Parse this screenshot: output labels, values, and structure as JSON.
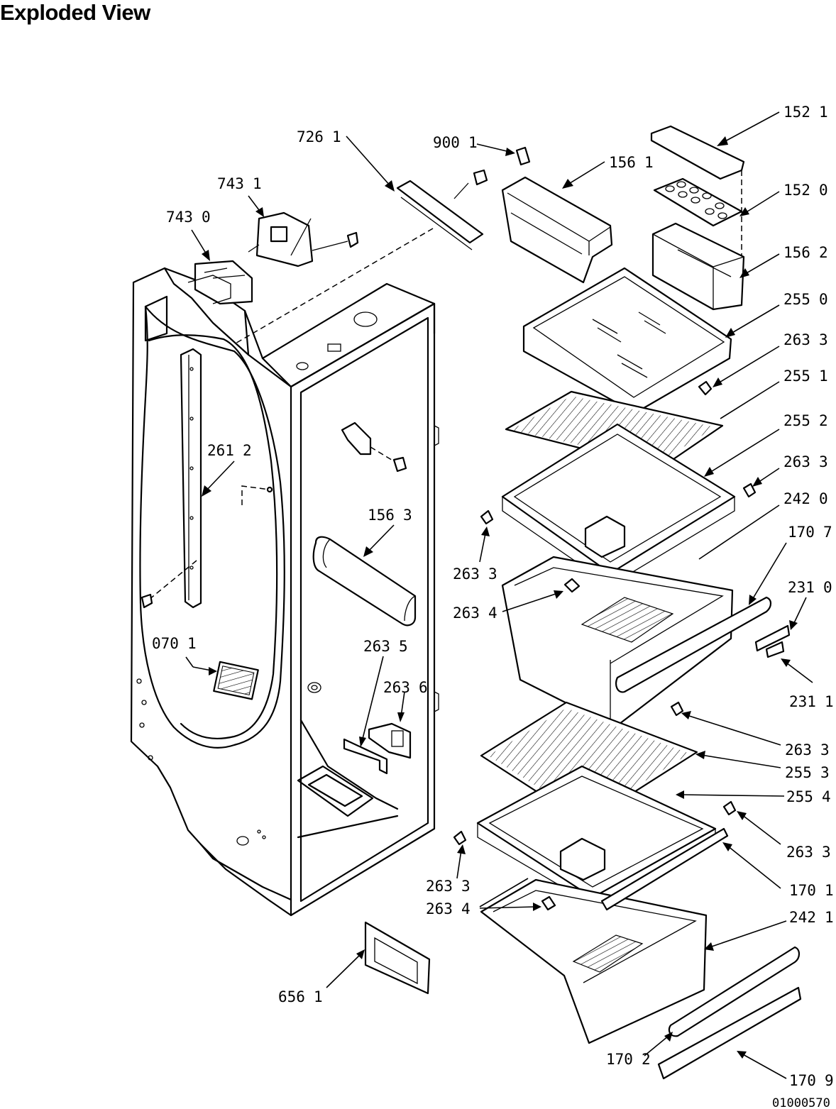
{
  "title": "Exploded View",
  "drawing_number": "01000570",
  "labels": [
    {
      "id": "l1521",
      "part": "152",
      "seq": "1"
    },
    {
      "id": "l9001",
      "part": "900",
      "seq": "1"
    },
    {
      "id": "l7261",
      "part": "726",
      "seq": "1"
    },
    {
      "id": "l1561",
      "part": "156",
      "seq": "1"
    },
    {
      "id": "l7431",
      "part": "743",
      "seq": "1"
    },
    {
      "id": "l1520",
      "part": "152",
      "seq": "0"
    },
    {
      "id": "l7430",
      "part": "743",
      "seq": "0"
    },
    {
      "id": "l1562",
      "part": "156",
      "seq": "2"
    },
    {
      "id": "l2550",
      "part": "255",
      "seq": "0"
    },
    {
      "id": "l2633a",
      "part": "263",
      "seq": "3"
    },
    {
      "id": "l2551",
      "part": "255",
      "seq": "1"
    },
    {
      "id": "l2612",
      "part": "261",
      "seq": "2"
    },
    {
      "id": "l2552",
      "part": "255",
      "seq": "2"
    },
    {
      "id": "l2633b",
      "part": "263",
      "seq": "3"
    },
    {
      "id": "l2420",
      "part": "242",
      "seq": "0"
    },
    {
      "id": "l1563",
      "part": "156",
      "seq": "3"
    },
    {
      "id": "l1707",
      "part": "170",
      "seq": "7"
    },
    {
      "id": "l2633c",
      "part": "263",
      "seq": "3"
    },
    {
      "id": "l2310",
      "part": "231",
      "seq": "0"
    },
    {
      "id": "l2634a",
      "part": "263",
      "seq": "4"
    },
    {
      "id": "l0701",
      "part": "070",
      "seq": "1"
    },
    {
      "id": "l2635",
      "part": "263",
      "seq": "5"
    },
    {
      "id": "l2636",
      "part": "263",
      "seq": "6"
    },
    {
      "id": "l2311",
      "part": "231",
      "seq": "1"
    },
    {
      "id": "l2633d",
      "part": "263",
      "seq": "3"
    },
    {
      "id": "l2553",
      "part": "255",
      "seq": "3"
    },
    {
      "id": "l2554",
      "part": "255",
      "seq": "4"
    },
    {
      "id": "l2633e",
      "part": "263",
      "seq": "3"
    },
    {
      "id": "l2633f",
      "part": "263",
      "seq": "3"
    },
    {
      "id": "l1701",
      "part": "170",
      "seq": "1"
    },
    {
      "id": "l2634b",
      "part": "263",
      "seq": "4"
    },
    {
      "id": "l2421",
      "part": "242",
      "seq": "1"
    },
    {
      "id": "l6561",
      "part": "656",
      "seq": "1"
    },
    {
      "id": "l1702",
      "part": "170",
      "seq": "2"
    },
    {
      "id": "l1709",
      "part": "170",
      "seq": "9"
    }
  ]
}
